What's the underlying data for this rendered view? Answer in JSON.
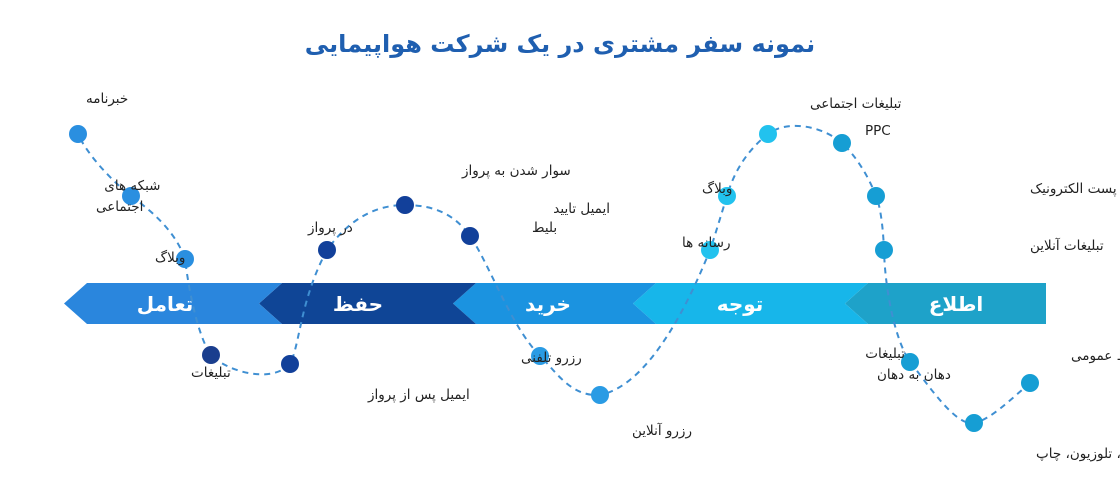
{
  "title": "نمونه سفر مشتری در یک شرکت هواپیمایی",
  "colors": {
    "title": "#1f5fb0",
    "path": "#3f8fd2",
    "label_text": "#222222",
    "stage_text": "#ffffff"
  },
  "stages": [
    {
      "id": "awareness",
      "label": "اطلاع",
      "color": "#1ea2c9"
    },
    {
      "id": "consideration",
      "label": "توجه",
      "color": "#17b6ea"
    },
    {
      "id": "purchase",
      "label": "خرید",
      "color": "#1b93e0"
    },
    {
      "id": "retention",
      "label": "حفظ",
      "color": "#0f4596"
    },
    {
      "id": "engagement",
      "label": "تعامل",
      "color": "#2a86dd"
    }
  ],
  "touchpoints": [
    {
      "id": "public-relations",
      "lines": [
        "روابط عمومی"
      ],
      "color": "#169ed4"
    },
    {
      "id": "radio-tv-print",
      "lines": [
        "رادیو، تلوزیون، چاپ"
      ],
      "color": "#169ed4"
    },
    {
      "id": "word-of-mouth",
      "lines": [
        "تبلیغات",
        "دهان به دهان"
      ],
      "color": "#169ed4"
    },
    {
      "id": "online-ads",
      "lines": [
        "تبلیغات آنلاین"
      ],
      "color": "#169ed4"
    },
    {
      "id": "email",
      "lines": [
        "پست الکترونیک"
      ],
      "color": "#169ed4"
    },
    {
      "id": "ppc",
      "lines": [
        "PPC"
      ],
      "color": "#169ed4"
    },
    {
      "id": "social-ads",
      "lines": [
        "تبلیغات اجتماعی"
      ],
      "color": "#22c2ee"
    },
    {
      "id": "blog-consideration",
      "lines": [
        "وبلاگ"
      ],
      "color": "#22c2ee"
    },
    {
      "id": "media",
      "lines": [
        "رسانه ها"
      ],
      "color": "#22c2ee"
    },
    {
      "id": "online-booking",
      "lines": [
        "رزرو آنلاین"
      ],
      "color": "#2a9be4"
    },
    {
      "id": "phone-booking",
      "lines": [
        "رزرو تلفنی"
      ],
      "color": "#2a9be4"
    },
    {
      "id": "ticket-confirm",
      "lines": [
        "ایمیل تایید",
        "بلیط"
      ],
      "color": "#12409a"
    },
    {
      "id": "boarding",
      "lines": [
        "سوار شدن به پرواز"
      ],
      "color": "#12409a"
    },
    {
      "id": "in-flight",
      "lines": [
        "در پرواز"
      ],
      "color": "#12409a"
    },
    {
      "id": "post-flight-email",
      "lines": [
        "ایمیل پس از پرواز"
      ],
      "color": "#12409a"
    },
    {
      "id": "ads",
      "lines": [
        "تبلیغات"
      ],
      "color": "#1a3e8e"
    },
    {
      "id": "blog-engagement",
      "lines": [
        "وبلاگ"
      ],
      "color": "#2a8fe0"
    },
    {
      "id": "social-networks",
      "lines": [
        "شبکه های",
        "اجتماعی"
      ],
      "color": "#2a8fe0"
    },
    {
      "id": "newsletter",
      "lines": [
        "خبرنامه"
      ],
      "color": "#2a8fe0"
    }
  ]
}
